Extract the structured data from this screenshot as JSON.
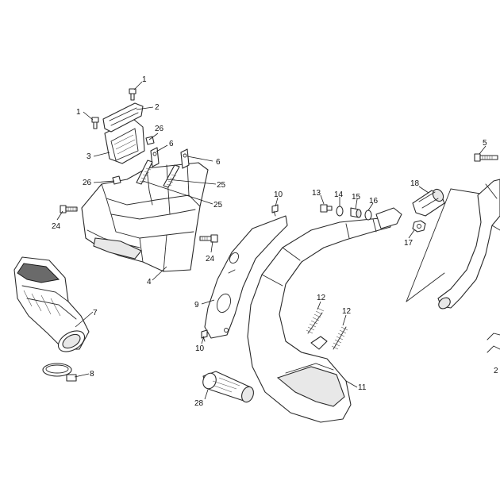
{
  "callouts": {
    "c1a": "1",
    "c1b": "1",
    "c2": "2",
    "c3": "3",
    "c4": "4",
    "c5": "5",
    "c6a": "6",
    "c6b": "6",
    "c7": "7",
    "c8": "8",
    "c9": "9",
    "c10a": "10",
    "c10b": "10",
    "c11": "11",
    "c12a": "12",
    "c12b": "12",
    "c13": "13",
    "c14": "14",
    "c15": "15",
    "c16": "16",
    "c17": "17",
    "c18": "18",
    "c24a": "24",
    "c24b": "24",
    "c25a": "25",
    "c25b": "25",
    "c26a": "26",
    "c26b": "26",
    "c28": "28",
    "c2edge": "2"
  }
}
